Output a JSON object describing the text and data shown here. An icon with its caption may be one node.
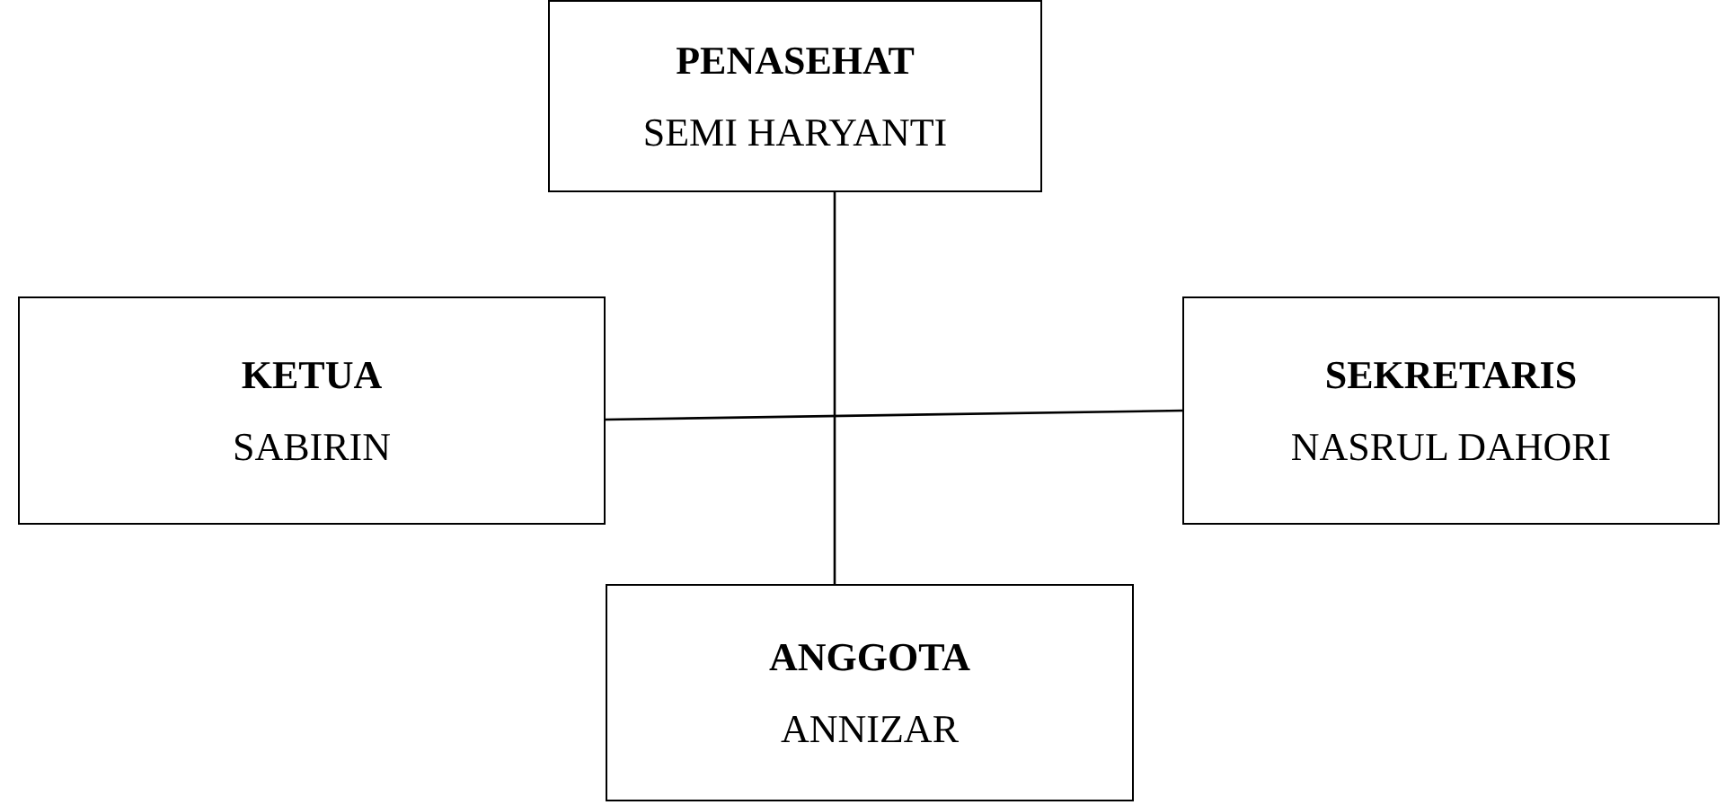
{
  "diagram": {
    "nodes": [
      {
        "text": [
          "PENASEHAT",
          "SEMI HARYANTI"
        ]
      },
      {
        "text": [
          "KETUA",
          "SABIRIN"
        ]
      },
      {
        "text": [
          "SEKRETARIS",
          "NASRUL DAHORI"
        ]
      },
      {
        "text": [
          "ANGGOTA",
          "ANNIZAR"
        ]
      }
    ],
    "edges": [
      {
        "from": 0,
        "to": 3,
        "arrow": "none"
      },
      {
        "from": 1,
        "to": 2,
        "arrow": "none"
      }
    ]
  }
}
